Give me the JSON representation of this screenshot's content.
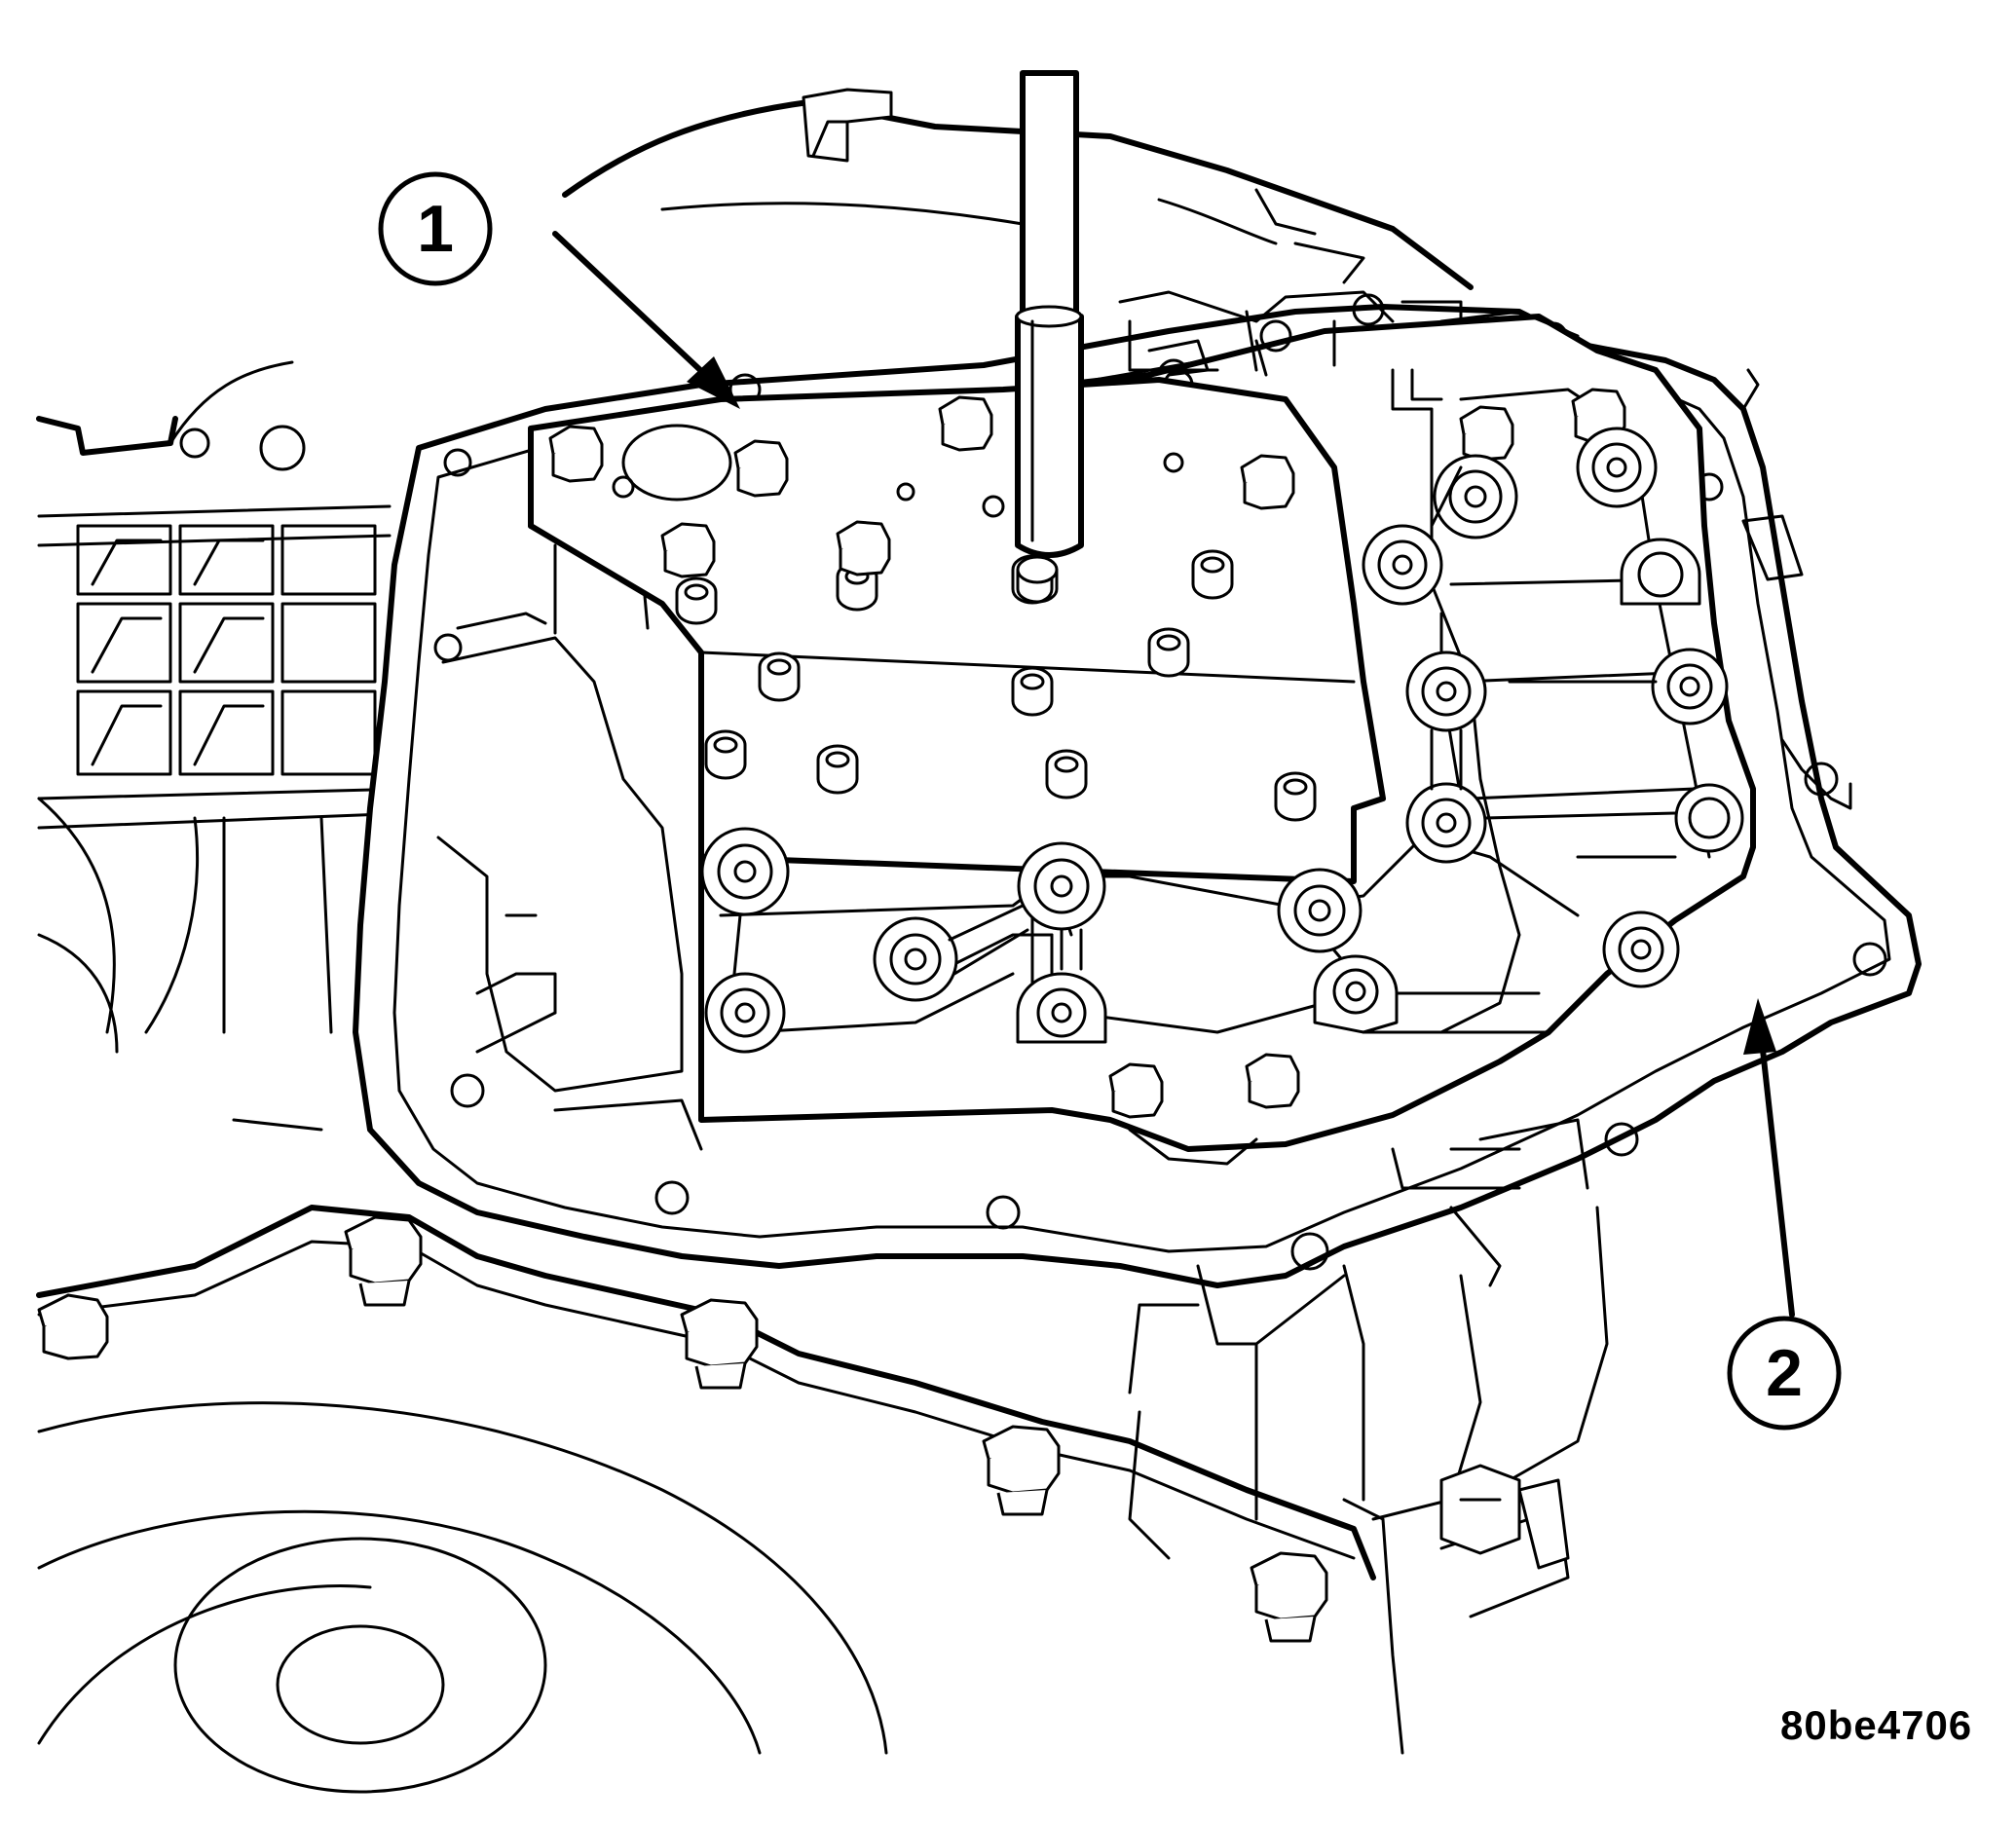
{
  "callouts": [
    {
      "id": "1",
      "label": "1"
    },
    {
      "id": "2",
      "label": "2"
    }
  ],
  "figure_code": "80be4706",
  "colors": {
    "line": "#000000",
    "background": "#ffffff"
  }
}
